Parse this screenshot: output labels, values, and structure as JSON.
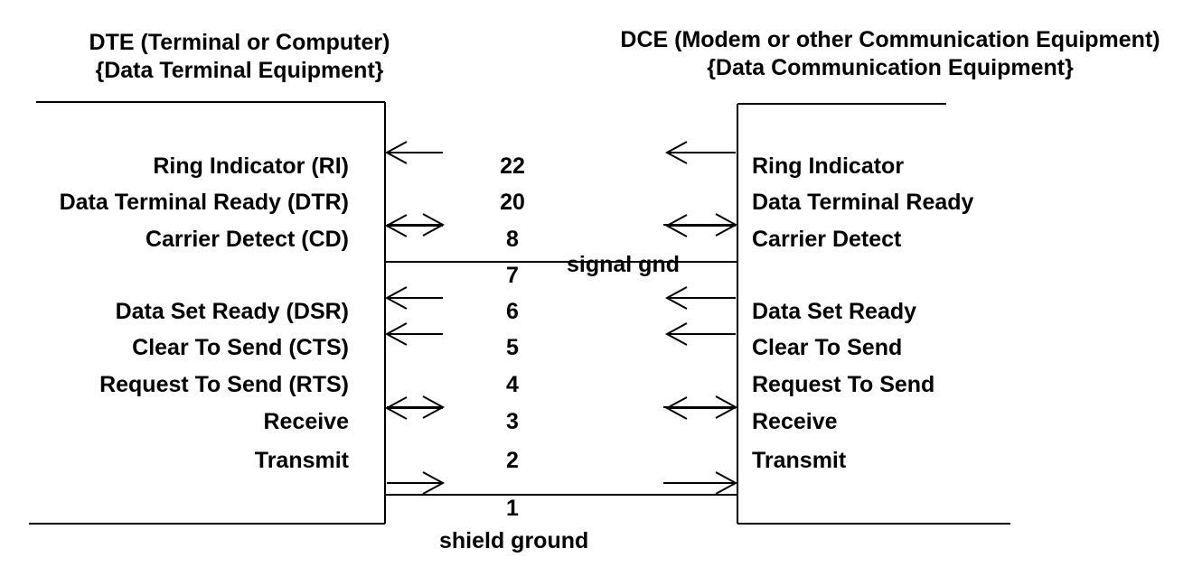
{
  "dte": {
    "title": "DTE (Terminal or Computer)",
    "subtitle": "{Data Terminal Equipment}"
  },
  "dce": {
    "title": "DCE (Modem or other Communication Equipment)",
    "subtitle": "{Data Communication Equipment}"
  },
  "signals": [
    {
      "pin": "22",
      "dte_label": "Ring Indicator (RI)",
      "dce_label": "Ring Indicator",
      "direction": "dce-to-dte"
    },
    {
      "pin": "20",
      "dte_label": "Data Terminal Ready (DTR)",
      "dce_label": "Data Terminal Ready",
      "direction": "dte-to-dce"
    },
    {
      "pin": "8",
      "dte_label": "Carrier Detect (CD)",
      "dce_label": "Carrier Detect",
      "direction": "dce-to-dte"
    },
    {
      "pin": "6",
      "dte_label": "Data Set Ready (DSR)",
      "dce_label": "Data Set Ready",
      "direction": "dce-to-dte"
    },
    {
      "pin": "5",
      "dte_label": "Clear To Send (CTS)",
      "dce_label": "Clear To Send",
      "direction": "dce-to-dte"
    },
    {
      "pin": "4",
      "dte_label": "Request To Send (RTS)",
      "dce_label": "Request To Send",
      "direction": "dte-to-dce"
    },
    {
      "pin": "3",
      "dte_label": "Receive",
      "dce_label": "Receive",
      "direction": "dce-to-dte"
    },
    {
      "pin": "2",
      "dte_label": "Transmit",
      "dce_label": "Transmit",
      "direction": "dte-to-dce"
    }
  ],
  "signal_ground": {
    "pin": "7",
    "label": "signal gnd"
  },
  "shield_ground": {
    "pin": "1",
    "label": "shield ground"
  }
}
